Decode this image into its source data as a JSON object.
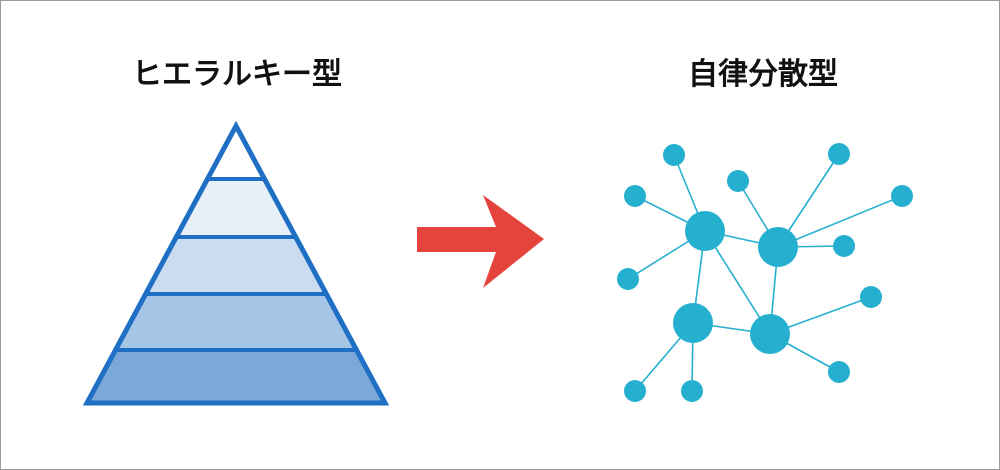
{
  "left": {
    "title": "ヒエラルキー型",
    "pyramid_levels": 5,
    "stroke_color": "#1f6fc5",
    "level_fills": [
      "#ffffff",
      "#e6eef8",
      "#c9dcf0",
      "#a5c5e6",
      "#7aa9d9"
    ]
  },
  "arrow": {
    "direction": "right",
    "color": "#e5443c"
  },
  "right": {
    "title": "自律分散型",
    "node_color": "#26b0d0",
    "link_color": "#26b0d0"
  }
}
